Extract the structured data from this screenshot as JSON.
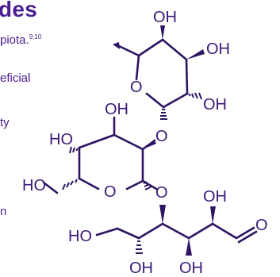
{
  "colors": {
    "text_purple": "#4a1d91",
    "bond": "#2d1562",
    "atom_label": "#3b1a78"
  },
  "left_panel": {
    "heading_fragment": "des",
    "line_1_fragment": "piota.",
    "line_1_superscript": "9,10",
    "line_2_fragment": "eficial",
    "line_3_fragment": "ty",
    "line_4_fragment": "n"
  },
  "molecule": {
    "labels": {
      "top_oh": "OH",
      "right_oh_upper": "OH",
      "right_oh_lower": "OH",
      "fucose_ring_o": "O",
      "middle_oh": "OH",
      "glycosidic_o_upper": "O",
      "left_ho": "HO",
      "left_ho_ch2": "HO",
      "galactose_ring_o": "O",
      "glycosidic_o_lower": "O",
      "chain_oh_upper": "OH",
      "aldehyde_o": "O",
      "chain_ho": "HO",
      "chain_oh_bottom_left": "OH",
      "chain_oh_bottom_right": "OH"
    }
  }
}
